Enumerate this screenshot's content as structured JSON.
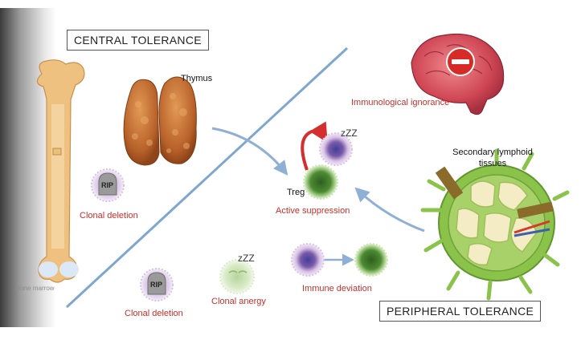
{
  "central_title": "CENTRAL TOLERANCE",
  "peripheral_title": "PERIPHERAL TOLERANCE",
  "labels": {
    "thymus": "Thymus",
    "bone_marrow": "Bone marrow",
    "clonal_deletion_top": "Clonal deletion",
    "clonal_deletion_bottom": "Clonal deletion",
    "clonal_anergy": "Clonal anergy",
    "immune_deviation": "Immune deviation",
    "immunological_ignorance": "Immunological ignorance",
    "treg": "Treg",
    "active_suppression": "Active suppression",
    "secondary_lymphoid_line1": "Secondary lymphoid",
    "secondary_lymphoid_line2": "tissues",
    "rip_top": "RIP",
    "rip_bottom": "RIP",
    "zzz_suppressed": "zZZ",
    "zzz_anergy": "zZZ"
  },
  "colors": {
    "red_text": "#c8302a",
    "arrow_blue": "#8fb0d4",
    "divider_blue": "#7ea6cf",
    "bone": "#e9b36b",
    "thymus": "#c9722f",
    "brain": "#d94f5c",
    "node_green": "#8bc34a"
  },
  "icons": [
    "bone-icon",
    "thymus-icon",
    "brain-icon",
    "no-entry-icon",
    "lymph-node-icon",
    "cell-icon",
    "red-curved-arrow-icon"
  ]
}
